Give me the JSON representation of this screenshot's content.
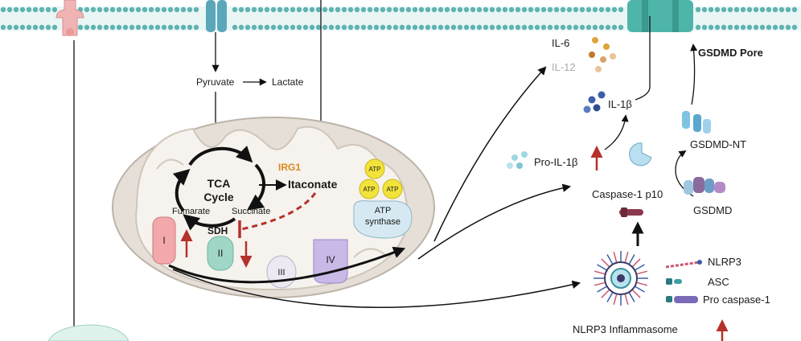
{
  "labels": {
    "pyruvate": "Pyruvate",
    "lactate": "Lactate",
    "tca_line1": "TCA",
    "tca_line2": "Cycle",
    "fumarate": "Fumarate",
    "succinate": "Succinate",
    "sdh": "SDH",
    "irg1": "IRG1",
    "itaconate": "Itaconate",
    "atp": "ATP",
    "atp_synthase_line1": "ATP",
    "atp_synthase_line2": "synthase",
    "complex_1": "I",
    "complex_2": "II",
    "complex_3": "III",
    "complex_4": "IV",
    "il6": "IL-6",
    "il12": "IL-12",
    "il1b": "IL-1β",
    "pro_il1b": "Pro-IL-1β",
    "caspase1_p10": "Caspase-1 p10",
    "gsdmd_pore": "GSDMD Pore",
    "gsdmd_nt": "GSDMD-NT",
    "gsdmd": "GSDMD",
    "nlrp3": "NLRP3",
    "asc": "ASC",
    "pro_caspase1": "Pro caspase-1",
    "inflammasome": "NLRP3 Inflammasome"
  },
  "colors": {
    "membrane": "#5fb3b0",
    "mito_outer": "#e8e2da",
    "mito_inner": "#f5f1ec",
    "regulation_up": "#b5312b",
    "irg1": "#d98a1c",
    "atp_fill": "#f2e33a",
    "il12_text": "#aaaaaa"
  }
}
